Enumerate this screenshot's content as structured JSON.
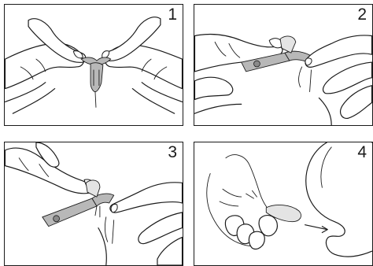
{
  "panels": [
    {
      "step": "1"
    },
    {
      "step": "2"
    },
    {
      "step": "3"
    },
    {
      "step": "4"
    }
  ]
}
